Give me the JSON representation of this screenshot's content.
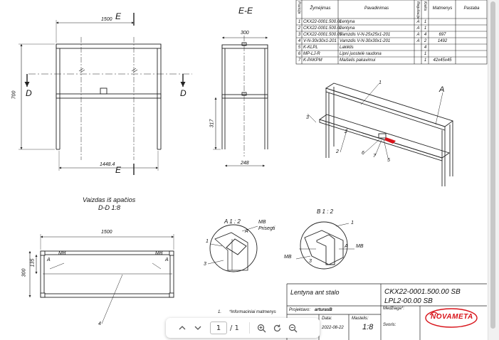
{
  "drawing": {
    "section_label": "E-E",
    "view_title": "Vaizdas iš apačios",
    "view_subtitle": "D-D 1:8",
    "detail_a_label": "A 1 : 2",
    "detail_b_label": "B 1 : 2",
    "dims": {
      "width_top": "1500",
      "width_bottom": "1448.4",
      "height": "700",
      "depth": "300",
      "depth_bottom": "248",
      "shelf_height": "317",
      "plan_width": "1500",
      "plan_depth": "300",
      "plan_inner": "135"
    },
    "cut_labels": {
      "e_top": "E",
      "e_bottom": "E",
      "d_left": "D",
      "d_right": "D"
    },
    "callouts": [
      "1",
      "2",
      "3",
      "4",
      "5",
      "6",
      "7",
      "A"
    ],
    "weld_marks": {
      "mb": "MB",
      "prisegti": "Prisegti",
      "a": "A"
    }
  },
  "parts_table": {
    "headers": [
      "Pozicija",
      "Žymėjimas",
      "Pavadinimas",
      "Reguliacija",
      "Kiekis",
      "Matmenys",
      "Pastaba"
    ],
    "rows": [
      [
        "1",
        "CKX22-0001.500.01",
        "Lentyna",
        "A",
        "1",
        "",
        ""
      ],
      [
        "2",
        "CKX22-0001.500.02",
        "Lentyna",
        "A",
        "1",
        "",
        ""
      ],
      [
        "3",
        "CKX22-0001.500.05",
        "Vamzdis V-N-25x25x1-201",
        "A",
        "4",
        "697",
        ""
      ],
      [
        "4",
        "V-N-30x30x1-201",
        "Vamzdis V-N-30x30x1-201",
        "A",
        "2",
        "1492",
        ""
      ],
      [
        "5",
        "K-KLPL",
        "Lakiklis",
        "",
        "4",
        "",
        ""
      ],
      [
        "6",
        "MP-LJ-R",
        "Lipni juostelė raudona",
        "",
        "1",
        "",
        ""
      ],
      [
        "7",
        "K-PAKPM",
        "Maišelis pakavimui",
        "",
        "1",
        "42x45x45",
        ""
      ]
    ]
  },
  "title_block": {
    "title": "Lentyna ant stalo",
    "code1": "CKX22-0001.500.00 SB",
    "code2": "LPL2-00.00 SB",
    "material_label": "Medžiaga*:",
    "designer_label": "Projektavo:",
    "designer": "arturasB",
    "date_label": "Data:",
    "date": "2022-08-22",
    "scale_label": "Mastelis:",
    "scale": "1:8",
    "weight_label": "Svoris:",
    "brand": "NOVAMETA",
    "note_num": "1.",
    "note": "*Informaciniai matmenys"
  },
  "viewer": {
    "page_current": "1",
    "page_total": "/ 1"
  },
  "colors": {
    "brand": "#d8131a",
    "line": "#222222",
    "toolbar_bg": "#ffffff"
  }
}
